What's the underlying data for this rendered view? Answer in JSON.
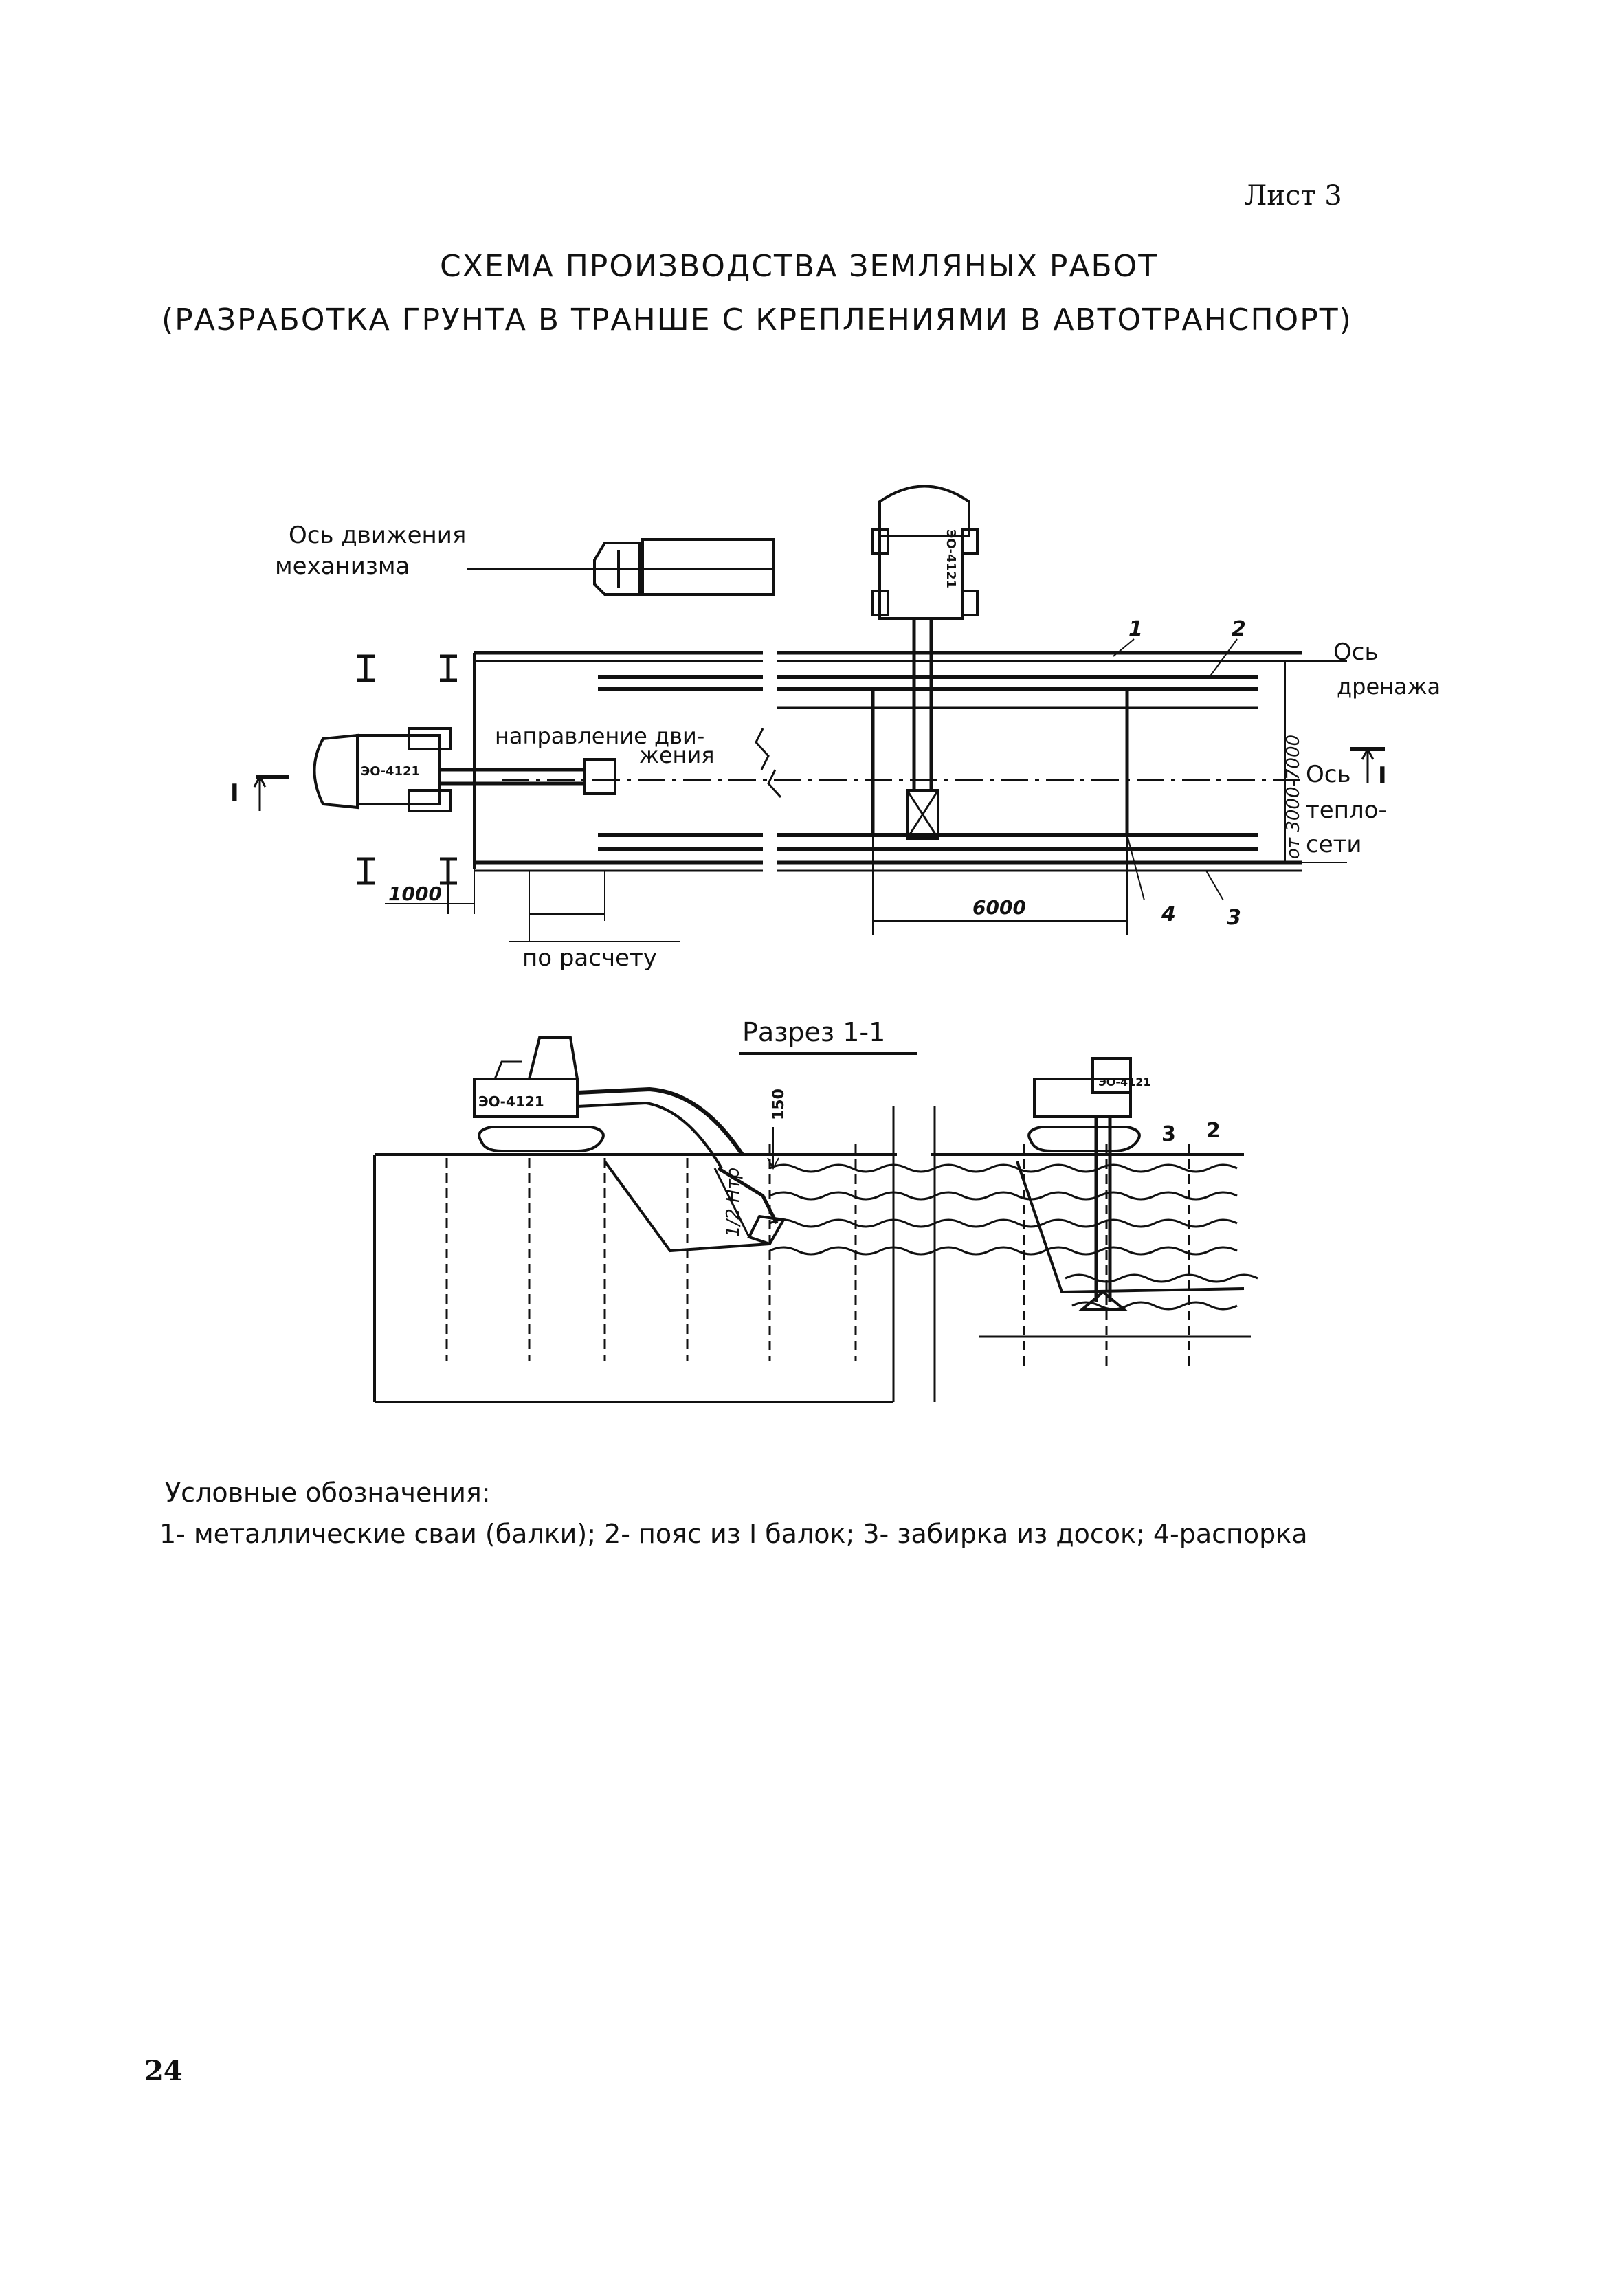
{
  "header": {
    "sheet": "Лист 3",
    "title_line1": "СХЕМА ПРОИЗВОДСТВА ЗЕМЛЯНЫХ РАБОТ",
    "title_line2": "(РАЗРАБОТКА ГРУНТА В ТРАНШЕ С КРЕПЛЕНИЯМИ В АВТОТРАНСПОРТ)"
  },
  "plan": {
    "axis_motion": "Ось движения",
    "axis_motion2": "механизма",
    "axis_drainage": "Ось",
    "axis_drainage2": "дренажа",
    "direction": "направление дви-",
    "direction2": "жения",
    "axis_heat": "Ось",
    "axis_heat2": "тепло-",
    "axis_heat3": "сети",
    "excavator_code": "ЭО-4121",
    "section_mark_left": "I",
    "section_mark_right": "I",
    "dim_1000": "1000",
    "dim_6000": "6000",
    "dim_width": "от 3000-7000",
    "by_calc": "по расчету",
    "num_1": "1",
    "num_2": "2",
    "num_3": "3",
    "num_4": "4"
  },
  "section": {
    "title": "Разрез 1-1",
    "excavator_code": "ЭО-4121",
    "dim_150": "150",
    "half_h": "1/2 Нтр",
    "num_2": "2",
    "num_3": "3"
  },
  "legend": {
    "title": "Условные обозначения:",
    "items": "1- металлические сваи (балки); 2- пояс из I балок; 3- забирка из досок; 4-распорка"
  },
  "page_number": "24"
}
